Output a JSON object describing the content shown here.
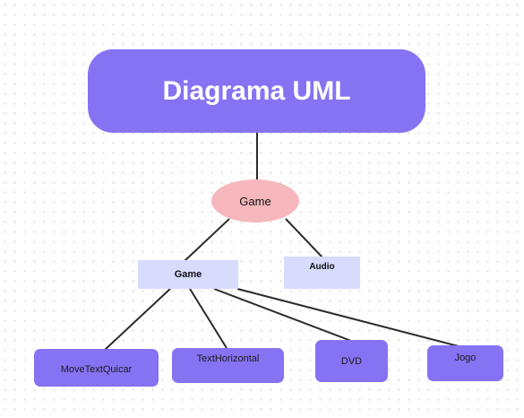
{
  "title": "Diagrama UML",
  "root_node": "Game",
  "classes": {
    "game": "Game",
    "audio": "Audio"
  },
  "leaves": [
    "MoveTextQuicar",
    "TextHorizontal",
    "DVD",
    "Jogo"
  ],
  "colors": {
    "primary": "#8673f3",
    "ellipse": "#f6b8bd",
    "class_box": "#d7dbfc",
    "line": "#2b2b2b"
  }
}
